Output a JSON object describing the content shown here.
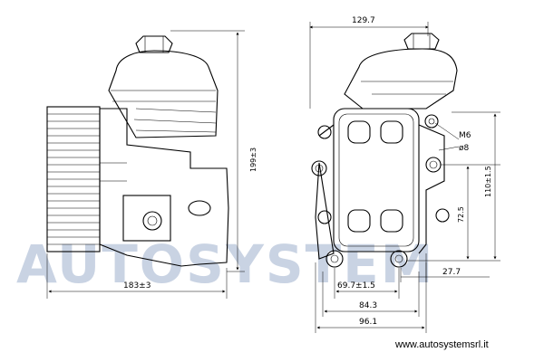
{
  "watermark": {
    "text": "AUTOSYSTEM"
  },
  "website": "www.autosystemsrl.it",
  "dimensions": {
    "left_height": "199±3",
    "left_width": "183±3",
    "top_width": "129.7",
    "thread": "M6",
    "hole_dia": "ø8",
    "right_height": "110±1.5",
    "height_72": "72.5",
    "width_27": "27.7",
    "width_69": "69.7±1.5",
    "width_84": "84.3",
    "width_96": "96.1"
  },
  "colors": {
    "line": "#000000",
    "watermark": "#c9d3e3",
    "highlight": "#c0392b"
  }
}
